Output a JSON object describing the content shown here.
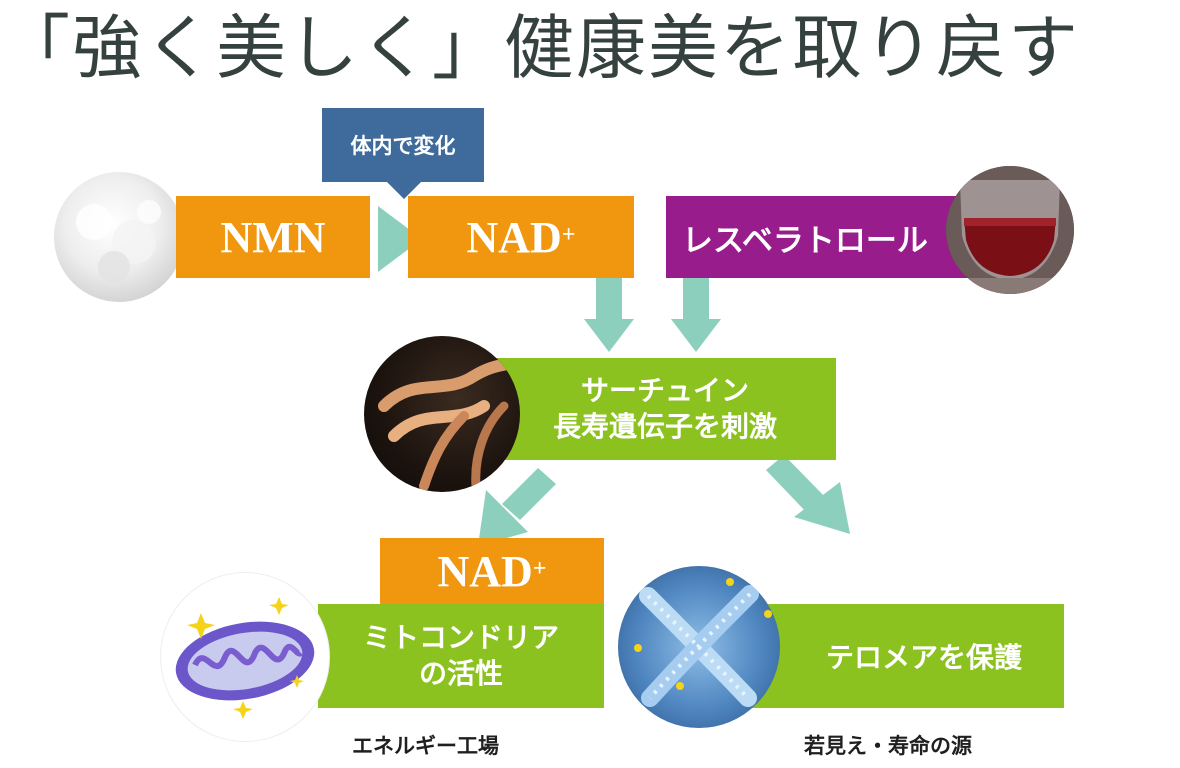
{
  "header": {
    "title": "「強く美しく」健康美を取り戻す"
  },
  "nodes": {
    "nmn": {
      "label": "NMN"
    },
    "change_tag": {
      "label": "体内で変化"
    },
    "nad_top": {
      "label": "NAD",
      "sup": "+"
    },
    "resveratrol": {
      "label": "レスベラトロール"
    },
    "sirtuin": {
      "line1": "サーチュイン",
      "line2": "長寿遺伝子を刺激"
    },
    "nad_bottom": {
      "label": "NAD",
      "sup": "+"
    },
    "mitochondria": {
      "line1": "ミトコンドリア",
      "line2": "の活性"
    },
    "telomere": {
      "label": "テロメアを保護"
    }
  },
  "captions": {
    "energy": "エネルギー工場",
    "youth": "若見え・寿命の源"
  },
  "colors": {
    "orange": "#f0960f",
    "purple": "#991c8c",
    "green": "#8cc21f",
    "navy": "#3e6b9c",
    "arrow": "#8ccfbd",
    "title": "#35413f"
  },
  "icons": [
    "powder-image",
    "wine-glass-image",
    "dna-helix-image",
    "mitochondria-image",
    "chromosome-image"
  ]
}
